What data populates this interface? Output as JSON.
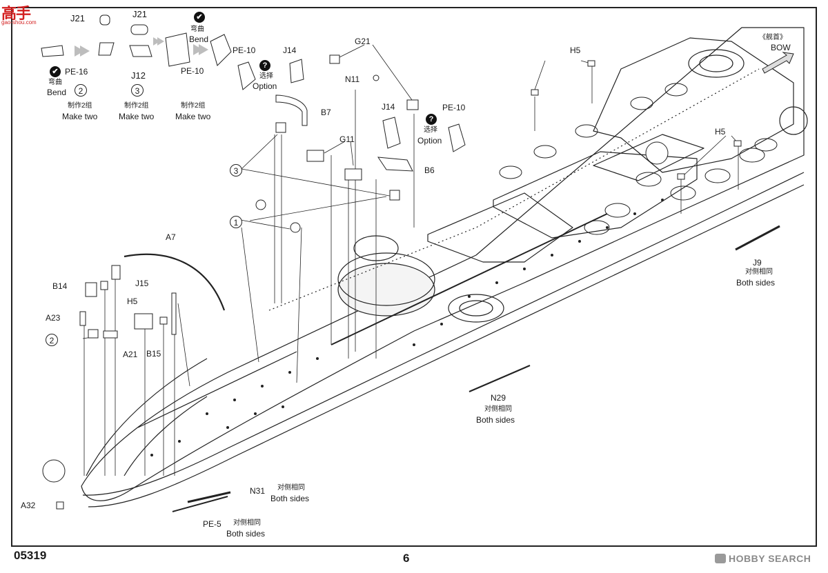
{
  "page": {
    "code": "05319",
    "number": "6",
    "watermark_top": "高手",
    "watermark_top_sub": "gao-shou.com",
    "watermark_bottom": "HOBBY SEARCH"
  },
  "inset": {
    "bend_zh": "弯曲",
    "bend_en": "Bend",
    "option_zh": "选择",
    "option_en": "Option",
    "make_two_zh": "制作2组",
    "make_two_en": "Make two",
    "step_numbers": [
      "2",
      "3"
    ]
  },
  "labels": {
    "J21a": "J21",
    "J21b": "J21",
    "J12": "J12",
    "PE16": "PE-16",
    "PE10a": "PE-10",
    "PE10b": "PE-10",
    "PE10c": "PE-10",
    "J14a": "J14",
    "J14b": "J14",
    "G21": "G21",
    "N11": "N11",
    "B7": "B7",
    "G11": "G11",
    "B6": "B6",
    "H5a": "H5",
    "H5b": "H5",
    "H5c": "H5",
    "A7": "A7",
    "J15": "J15",
    "B14": "B14",
    "A23": "A23",
    "A21": "A21",
    "B15": "B15",
    "A32": "A32",
    "N31": "N31",
    "PE5": "PE-5",
    "N29": "N29",
    "J9": "J9",
    "bow_zh": "《舰首》",
    "bow_en": "BOW"
  },
  "both_sides": {
    "zh": "对侧相同",
    "en": "Both sides"
  },
  "callouts": [
    "1",
    "2",
    "3"
  ],
  "colors": {
    "line": "#222222",
    "hull_fill": "#ffffff",
    "watermark_red": "#d32020",
    "watermark_grey": "#8a8a8a"
  }
}
